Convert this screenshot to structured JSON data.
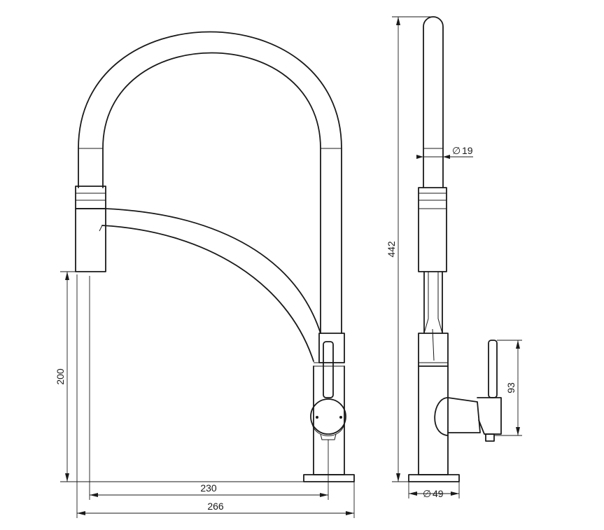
{
  "dimensions": {
    "height_to_spout": "200",
    "reach": "230",
    "overall_reach": "266",
    "overall_height": "442",
    "handle_height": "93",
    "spout_diameter": "19",
    "base_diameter": "49",
    "diameter_symbol": "∅"
  }
}
